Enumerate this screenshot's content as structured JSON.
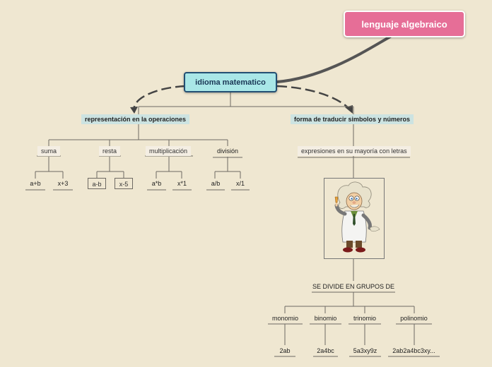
{
  "map": {
    "root": "lenguaje algebraico",
    "main": "idioma matematico",
    "left_branch": {
      "label": "representación en la operaciones",
      "operations": [
        {
          "name": "suma",
          "examples": [
            "a+b",
            "x+3"
          ]
        },
        {
          "name": "resta",
          "examples": [
            "a-b",
            "x-5"
          ]
        },
        {
          "name": "multiplicación",
          "examples": [
            "a*b",
            "x*1"
          ]
        },
        {
          "name": "división",
          "examples": [
            "a/b",
            "x/1"
          ]
        }
      ]
    },
    "right_branch": {
      "label": "forma de traducir simbolos y números",
      "sub": "expresiones en su mayoría con letras",
      "image": "professor-illustration",
      "groups_label": "SE DIVIDE EN GRUPOS DE",
      "groups": [
        {
          "name": "monomio",
          "example": "2ab"
        },
        {
          "name": "binomio",
          "example": "2a4bc"
        },
        {
          "name": "trinomio",
          "example": "5a3xy9z"
        },
        {
          "name": "polinomio",
          "example": "2ab2a4bc3xy..."
        }
      ]
    }
  },
  "colors": {
    "background": "#efe7d1",
    "root": "#e66e97",
    "main": "#a9e7e7",
    "sub": "#cce3e1",
    "line": "#6e6a63"
  }
}
